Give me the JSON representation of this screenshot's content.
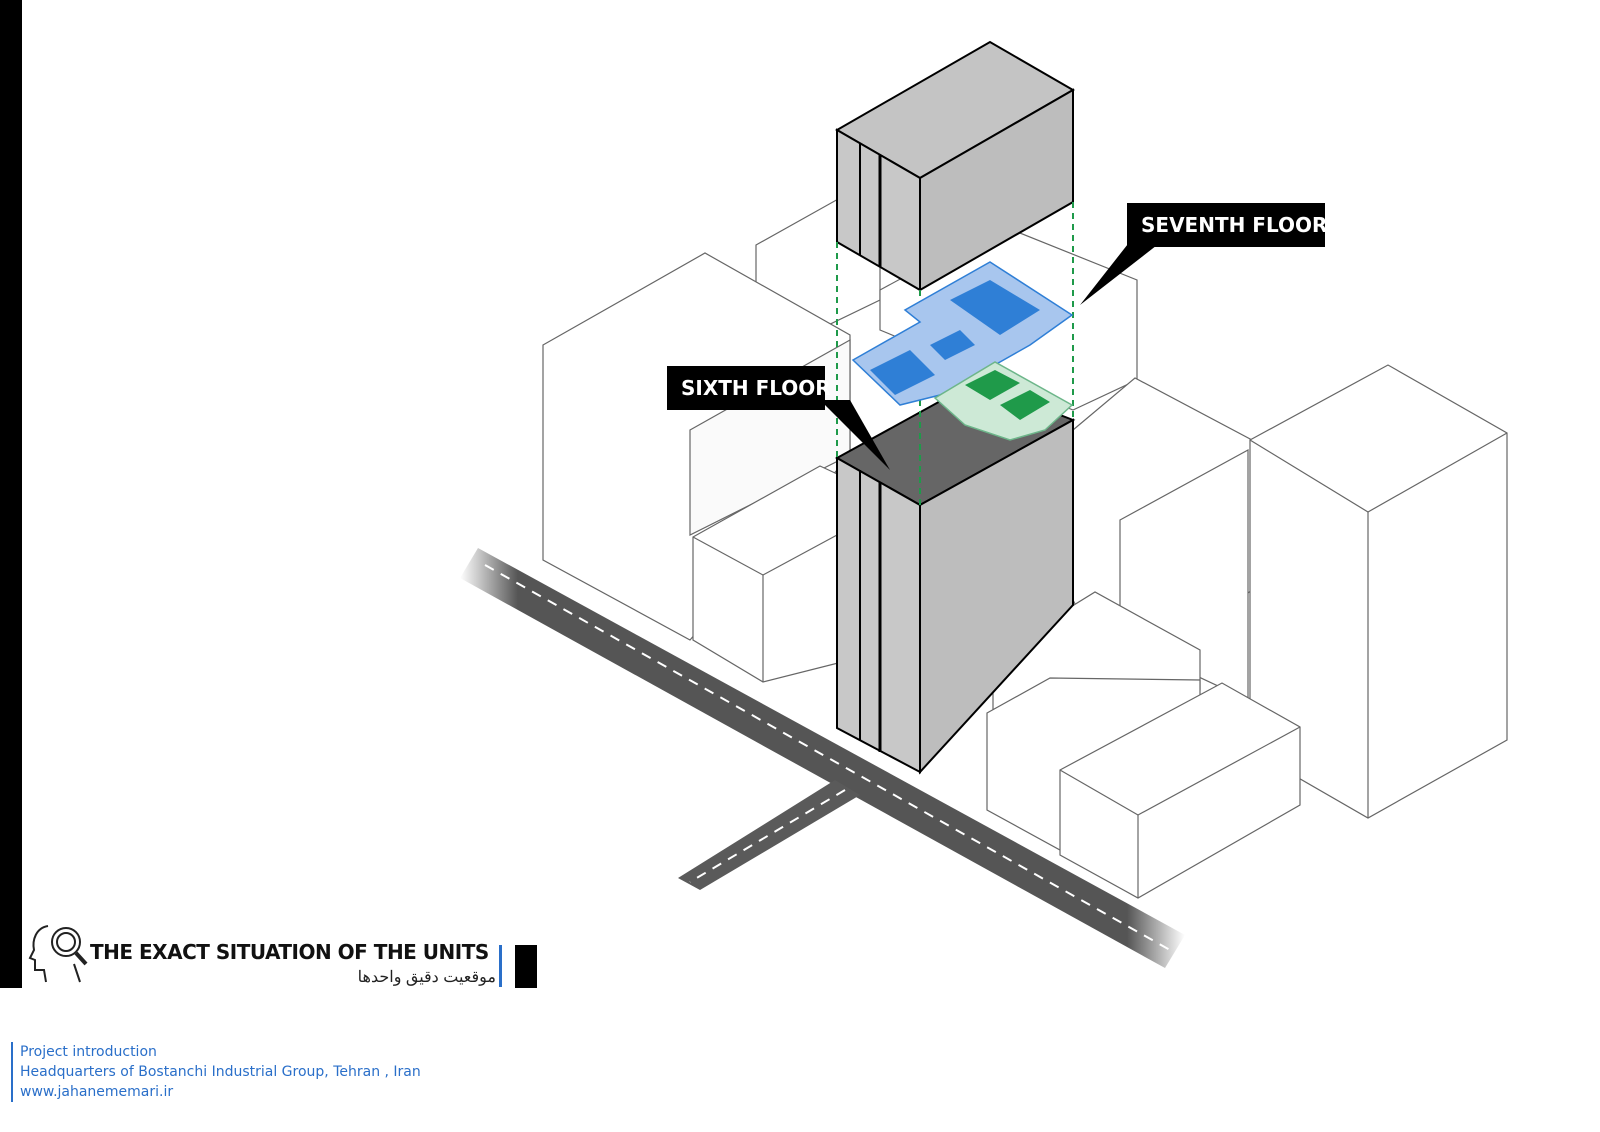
{
  "labels": {
    "seventh_floor": "SEVENTH FLOOR",
    "sixth_floor": "SIXTH FLOOR"
  },
  "title": {
    "en": "THE EXACT SITUATION OF THE UNITS",
    "fa": "موقعیت دقیق واحدها"
  },
  "footer": {
    "line1": "Project introduction",
    "line2": "Headquarters of Bostanchi Industrial Group, Tehran , Iran",
    "line3": "www.jahanememari.ir"
  },
  "colors": {
    "seventh_floor_units": "#2f7fd6",
    "sixth_floor_units": "#1f9a4a",
    "accent_rule": "#2a6fc9",
    "tower": "#c4c4c4"
  },
  "icons": [
    "head-magnifier-icon"
  ]
}
